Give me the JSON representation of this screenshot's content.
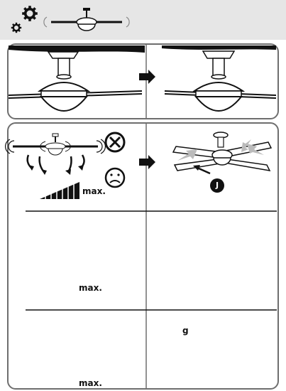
{
  "icons": {
    "settings": "gear-icon",
    "wrong": "cross-circle-icon",
    "right": "check-circle-icon",
    "sad": "sad-face-icon",
    "happy": "happy-face-icon",
    "next": "arrow-right-icon",
    "down": "arrow-down-icon"
  },
  "labels": {
    "max_row1": "max.",
    "max_row2": "max.",
    "max_row3": "max.",
    "step_badge": "J",
    "doc_badge": "g"
  },
  "colors": {
    "header_bg": "#e6e6e6",
    "border": "#6e6e6e",
    "ink": "#111111"
  }
}
